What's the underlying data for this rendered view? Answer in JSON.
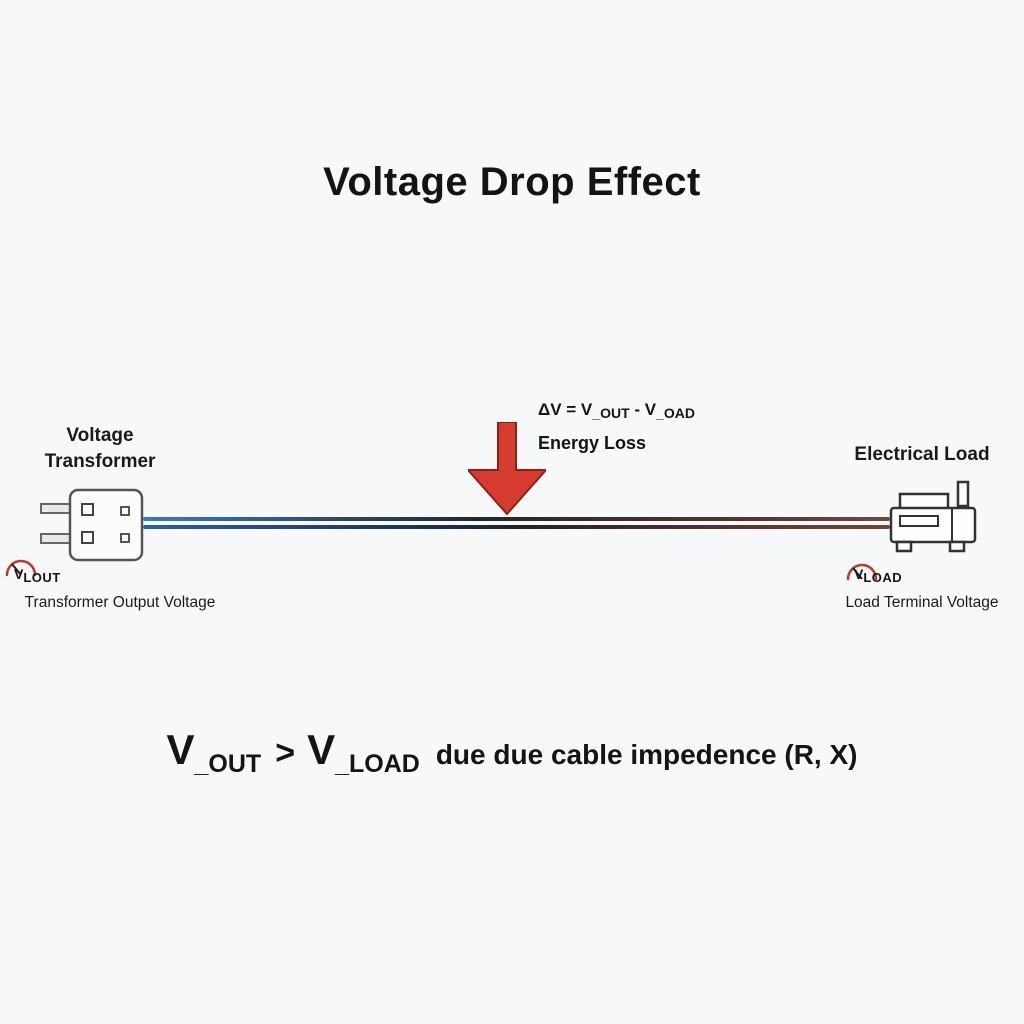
{
  "title": "Voltage Drop Effect",
  "transformer": {
    "label_line1": "Voltage",
    "label_line2": "Transformer",
    "meter_main": "V",
    "meter_sub": "LOUT",
    "caption": "Transformer Output Voltage"
  },
  "load": {
    "label": "Electrical Load",
    "meter_main": "V",
    "meter_sub": "LOAD",
    "caption": "Load Terminal Voltage"
  },
  "energy_loss": {
    "eq_prefix": "ΔV = V",
    "eq_sub1": "_OUT",
    "eq_mid": " - V",
    "eq_sub2": "_OAD",
    "label": "Energy Loss"
  },
  "formula": {
    "v1": "V",
    "v1_sub": "_OUT",
    "op": ">",
    "v2": "V",
    "v2_sub": "_LOAD",
    "tail": "due due cable impedence (R, X)"
  },
  "colors": {
    "background": "#f7f8fa",
    "arrow_fill": "#d63b2f",
    "arrow_border": "#8f2019",
    "cable_blue": "#2e6fbd",
    "cable_dark": "#23272b",
    "cable_red": "#6e4a42",
    "gauge_arc_red": "#c0392b"
  }
}
